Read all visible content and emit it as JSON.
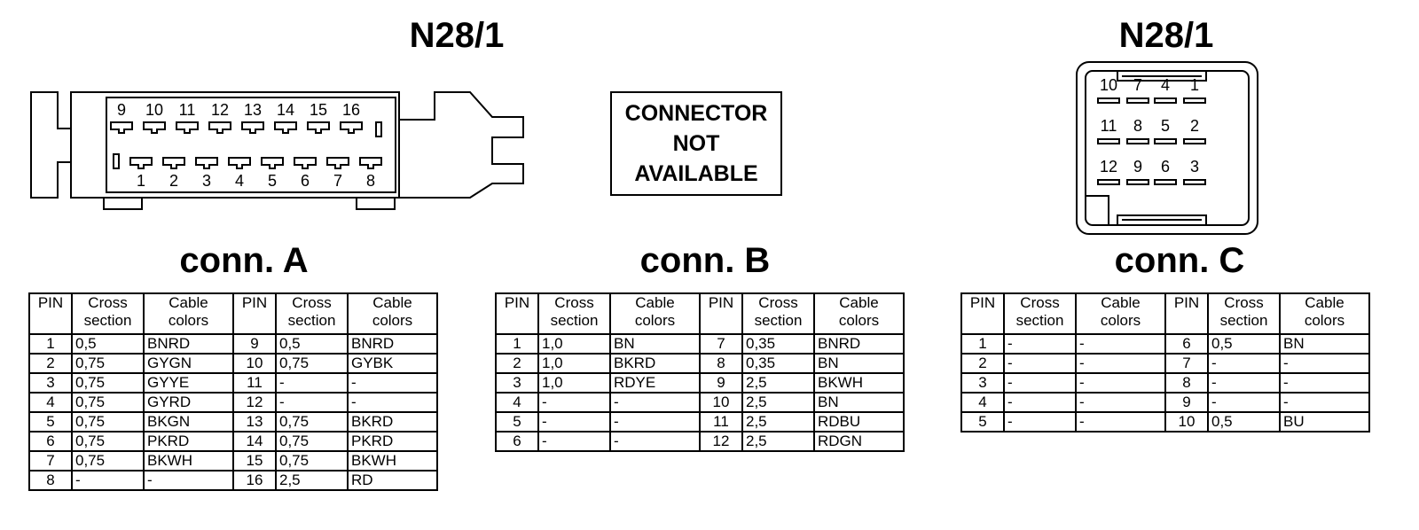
{
  "diagrams": {
    "left_title": "N28/1",
    "right_title": "N28/1",
    "not_available": [
      "CONNECTOR",
      "NOT",
      "AVAILABLE"
    ],
    "connector_a": {
      "top_pins": [
        "9",
        "10",
        "11",
        "12",
        "13",
        "14",
        "15",
        "16"
      ],
      "bottom_pins": [
        "1",
        "2",
        "3",
        "4",
        "5",
        "6",
        "7",
        "8"
      ]
    },
    "connector_c": {
      "rows": [
        [
          "10",
          "7",
          "4",
          "1"
        ],
        [
          "11",
          "8",
          "5",
          "2"
        ],
        [
          "12",
          "9",
          "6",
          "3"
        ]
      ]
    }
  },
  "headers": {
    "pin": "PIN",
    "cross": [
      "Cross",
      "section"
    ],
    "cable": [
      "Cable",
      "colors"
    ]
  },
  "tables": [
    {
      "title": "conn. A",
      "rows": [
        [
          "1",
          "0,5",
          "BNRD",
          "9",
          "0,5",
          "BNRD"
        ],
        [
          "2",
          "0,75",
          "GYGN",
          "10",
          "0,75",
          "GYBK"
        ],
        [
          "3",
          "0,75",
          "GYYE",
          "11",
          "-",
          "-"
        ],
        [
          "4",
          "0,75",
          "GYRD",
          "12",
          "-",
          "-"
        ],
        [
          "5",
          "0,75",
          "BKGN",
          "13",
          "0,75",
          "BKRD"
        ],
        [
          "6",
          "0,75",
          "PKRD",
          "14",
          "0,75",
          "PKRD"
        ],
        [
          "7",
          "0,75",
          "BKWH",
          "15",
          "0,75",
          "BKWH"
        ],
        [
          "8",
          "-",
          "-",
          "16",
          "2,5",
          "RD"
        ]
      ]
    },
    {
      "title": "conn. B",
      "rows": [
        [
          "1",
          "1,0",
          "BN",
          "7",
          "0,35",
          "BNRD"
        ],
        [
          "2",
          "1,0",
          "BKRD",
          "8",
          "0,35",
          "BN"
        ],
        [
          "3",
          "1,0",
          "RDYE",
          "9",
          "2,5",
          "BKWH"
        ],
        [
          "4",
          "-",
          "-",
          "10",
          "2,5",
          "BN"
        ],
        [
          "5",
          "-",
          "-",
          "11",
          "2,5",
          "RDBU"
        ],
        [
          "6",
          "-",
          "-",
          "12",
          "2,5",
          "RDGN"
        ]
      ]
    },
    {
      "title": "conn. C",
      "rows": [
        [
          "1",
          "-",
          "-",
          "6",
          "0,5",
          "BN"
        ],
        [
          "2",
          "-",
          "-",
          "7",
          "-",
          "-"
        ],
        [
          "3",
          "-",
          "-",
          "8",
          "-",
          "-"
        ],
        [
          "4",
          "-",
          "-",
          "9",
          "-",
          "-"
        ],
        [
          "5",
          "-",
          "-",
          "10",
          "0,5",
          "BU"
        ]
      ]
    }
  ]
}
